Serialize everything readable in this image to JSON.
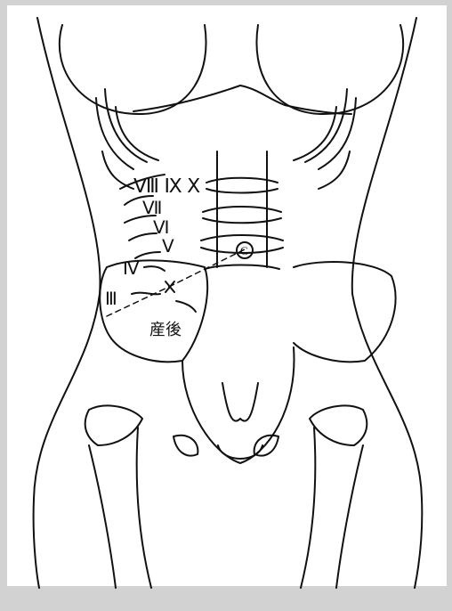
{
  "labels": {
    "months_top": "Ⅷ Ⅸ Ⅹ",
    "month_7": "Ⅶ",
    "month_6": "Ⅵ",
    "month_5": "Ⅴ",
    "month_4": "Ⅳ",
    "month_3": "Ⅲ",
    "postpartum": "産後",
    "symbol": "C"
  },
  "colors": {
    "line": "#111111",
    "border": "#d2d2d2",
    "background": "#ffffff"
  }
}
